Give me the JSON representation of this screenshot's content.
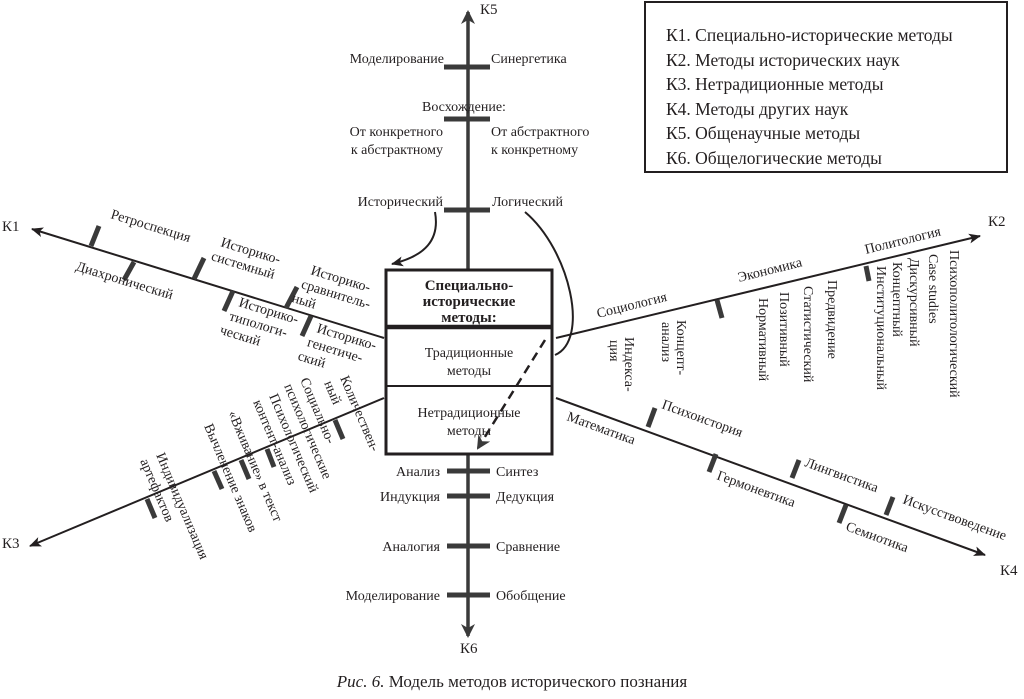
{
  "legend": [
    "К1. Специально-исторические методы",
    "К2. Методы исторических наук",
    "К3. Нетрадиционные методы",
    "К4. Методы других наук",
    "К5. Общенаучные методы",
    "К6. Общелогические методы"
  ],
  "center_box": {
    "title": [
      "Специально-",
      "исторические",
      "методы:"
    ],
    "traditional": [
      "Традиционные",
      "методы"
    ],
    "nontraditional": [
      "Нетрадиционные",
      "методы"
    ]
  },
  "axes": {
    "k1": "К1",
    "k2": "К2",
    "k3": "К3",
    "k4": "К4",
    "k5": "К5",
    "k6": "К6"
  },
  "k5_items": {
    "modeling": "Моделирование",
    "synergetics": "Синергетика",
    "ascent": "Восхождение:",
    "concrete_to_abstract": [
      "От конкретного",
      "к абстрактному"
    ],
    "abstract_to_concrete": [
      "От абстрактного",
      "к конкретному"
    ],
    "historical": "Исторический",
    "logical": "Логический"
  },
  "k6_items": {
    "analysis": "Анализ",
    "synthesis": "Синтез",
    "induction": "Индукция",
    "deduction": "Дедукция",
    "analogy": "Аналогия",
    "comparison": "Сравнение",
    "modeling": "Моделирование",
    "generalization": "Обобщение"
  },
  "k1_items": {
    "retrospection": "Ретроспекция",
    "diachronic": "Диахронический",
    "hist_systemic": [
      "Историко-",
      "системный"
    ],
    "hist_typological": [
      "Историко-",
      "типологи-",
      "ческий"
    ],
    "hist_comparative": [
      "Историко-",
      "сравнитель-",
      "ный"
    ],
    "hist_genetic": [
      "Историко-",
      "генетиче-",
      "ский"
    ]
  },
  "k2_items": {
    "sociology": "Социология",
    "economics": "Экономика",
    "political_science": "Политология",
    "indexation": [
      "Индекса-",
      "ция"
    ],
    "concept_analysis": [
      "Концепт-",
      "анализ"
    ],
    "normative": "Нормативный",
    "positive": "Позитивный",
    "statistical": "Статистический",
    "forecasting": "Предвидение",
    "institutional": "Институциональный",
    "conceptual": "Концептный",
    "discursive": "Дискурсивный",
    "case_studies": "Case studies",
    "psychopolitological": "Психополитологический"
  },
  "k3_items": {
    "quantitative": [
      "Количествен-",
      "ный"
    ],
    "socio_psych": [
      "Социально-",
      "психологические"
    ],
    "psych_context": [
      "Психологический",
      "контент-анализ"
    ],
    "empathy": "«Вживание» в текст",
    "sign_extraction": "Вычленение знаков",
    "artifact_individualization": [
      "Индивидуализация",
      "артефактов"
    ]
  },
  "k4_items": {
    "mathematics": "Математика",
    "psychohistory": "Психоистория",
    "hermeneutics": "Гермоневтика",
    "linguistics": "Лингвистика",
    "semiotics": "Семиотика",
    "art_studies": "Искусствоведение"
  },
  "caption": {
    "prefix": "Рис. 6.",
    "text": " Модель методов исторического познания"
  }
}
